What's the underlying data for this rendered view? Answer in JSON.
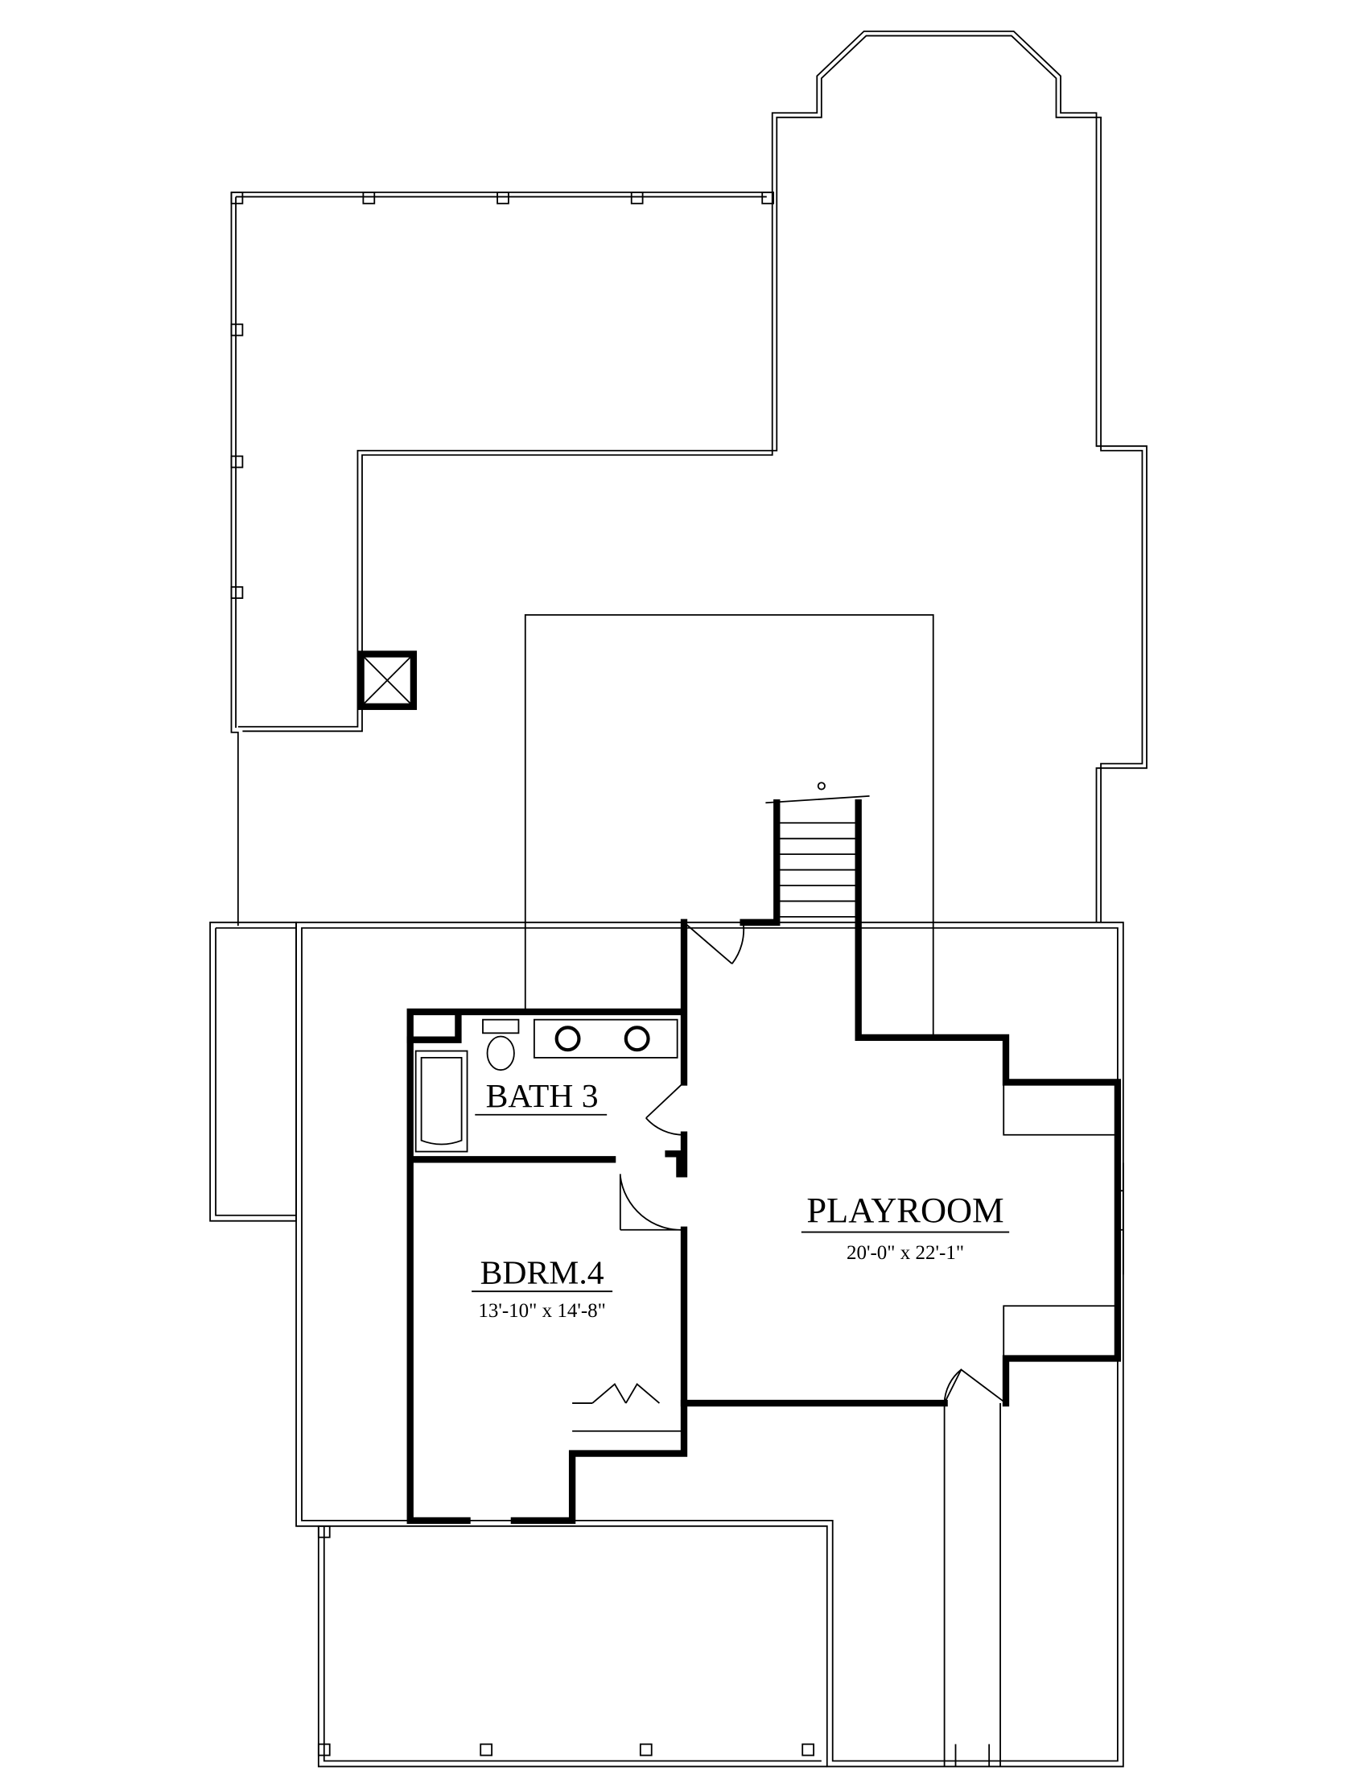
{
  "rooms": {
    "bath3": {
      "name": "BATH 3"
    },
    "bdrm4": {
      "name": "BDRM.4",
      "size": "13'-10\" x 14'-8\""
    },
    "playroom": {
      "name": "PLAYROOM",
      "size": "20'-0\" x 22'-1\""
    }
  },
  "colors": {
    "line": "#000000",
    "background": "#ffffff"
  }
}
